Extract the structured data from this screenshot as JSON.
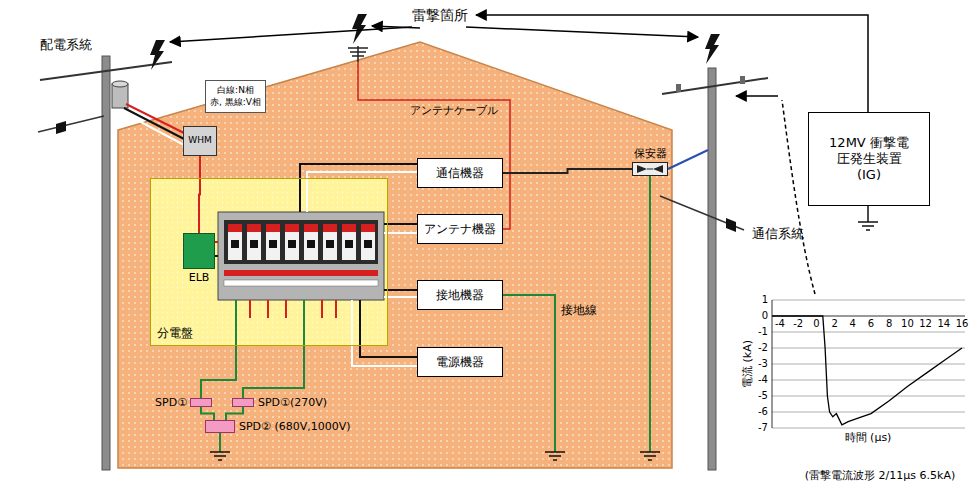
{
  "diagram": {
    "nodes": [
      {
        "text": [
          "白線:N相",
          "赤, 黒線:V相"
        ]
      },
      {
        "text": [
          "WHM"
        ]
      },
      {
        "text": [
          "分電盤"
        ]
      },
      {
        "text": [
          "ELB"
        ],
        "in": 2
      },
      {
        "text": [
          "通信機器"
        ]
      },
      {
        "text": [
          "アンテナ機器"
        ]
      },
      {
        "text": [
          "接地機器"
        ]
      },
      {
        "text": [
          "電源機器"
        ]
      },
      {
        "text": [
          "保安器"
        ]
      },
      {
        "text": [
          "SPD①"
        ]
      },
      {
        "text": [
          "SPD①(270V)"
        ]
      },
      {
        "text": [
          "SPD② (680V,1000V)"
        ]
      },
      {
        "text": [
          "12MV 衝撃電 圧発生装置 (IG)"
        ]
      }
    ],
    "edges": [
      {
        "from": 1,
        "to": 3,
        "arrow": "none"
      },
      {
        "from": 4,
        "to": 8,
        "arrow": "none"
      },
      {
        "from": 9,
        "to": 11,
        "arrow": "none"
      },
      {
        "from": 10,
        "to": 11,
        "arrow": "none"
      }
    ],
    "labels": [
      "雷撃箇所",
      "配電系統",
      "アンテナケーブル",
      "接地線",
      "通信系統",
      "1",
      "0",
      "-1",
      "-2",
      "-3",
      "-4",
      "-5",
      "-6",
      "-7",
      "-4",
      "-2",
      "0",
      "2",
      "4",
      "6",
      "8",
      "10",
      "12",
      "14",
      "16",
      "電流 (kA)",
      "時間 (μs)",
      "(雷撃電流波形 2/11μs 6.5kA)"
    ]
  }
}
